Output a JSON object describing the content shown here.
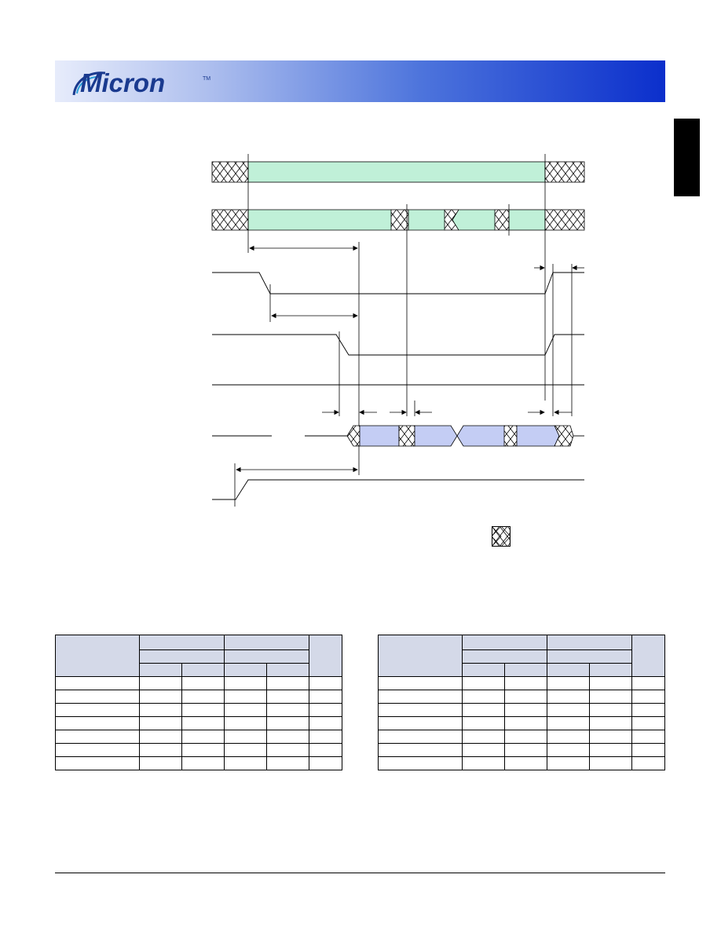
{
  "header": {
    "logo_text": "Micron",
    "trademark": "TM",
    "brand_colors": {
      "band_start": "#e7ecfb",
      "band_end": "#0b2fcc",
      "logo": "#1a3a8f"
    }
  },
  "timing_diagram": {
    "address_fill": "#c0f0d8",
    "data_fill": "#c4cdf4",
    "dont_care_pattern": "cross-hatch"
  },
  "legend": {
    "icon": "dont-care-hatch-icon"
  },
  "tables": [
    {
      "header_rows": 3,
      "body_rows": 7,
      "columns": 6
    },
    {
      "header_rows": 3,
      "body_rows": 7,
      "columns": 6
    }
  ]
}
